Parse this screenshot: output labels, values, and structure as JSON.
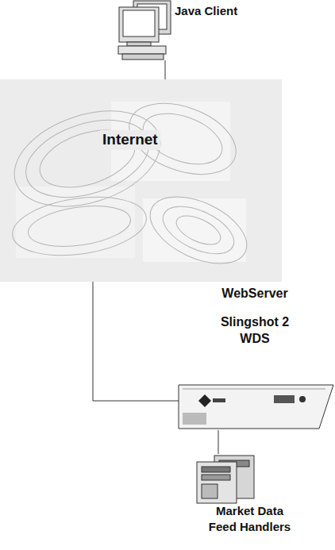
{
  "diagram": {
    "nodes": [
      {
        "text": [
          "Java Client"
        ]
      },
      {
        "text": [
          "Internet"
        ]
      },
      {
        "text": [
          "WebServer",
          "Slingshot 2 WDS"
        ]
      },
      {
        "text": [
          "Market Data Feed Handlers"
        ]
      }
    ],
    "edges": [
      {
        "from": 0,
        "to": 1,
        "arrow": "none"
      },
      {
        "from": 1,
        "to": 2,
        "arrow": "none"
      },
      {
        "from": 2,
        "to": 3,
        "arrow": "none"
      }
    ]
  }
}
